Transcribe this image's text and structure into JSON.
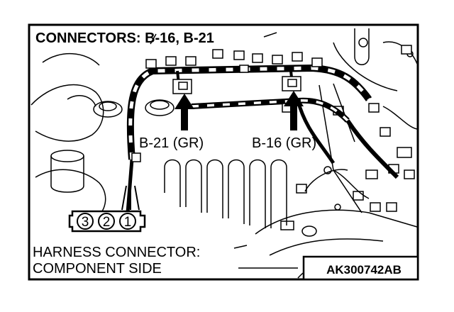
{
  "title": "CONNECTORS: B-16, B-21",
  "labels": {
    "connector_b21": "B-21 (GR)",
    "connector_b16": "B-16 (GR)"
  },
  "connector_pins": [
    "3",
    "2",
    "1"
  ],
  "caption": {
    "line1": "HARNESS CONNECTOR:",
    "line2": "COMPONENT SIDE"
  },
  "figure_code": "AK300742AB",
  "colors": {
    "ink": "#000000",
    "paper": "#ffffff"
  }
}
